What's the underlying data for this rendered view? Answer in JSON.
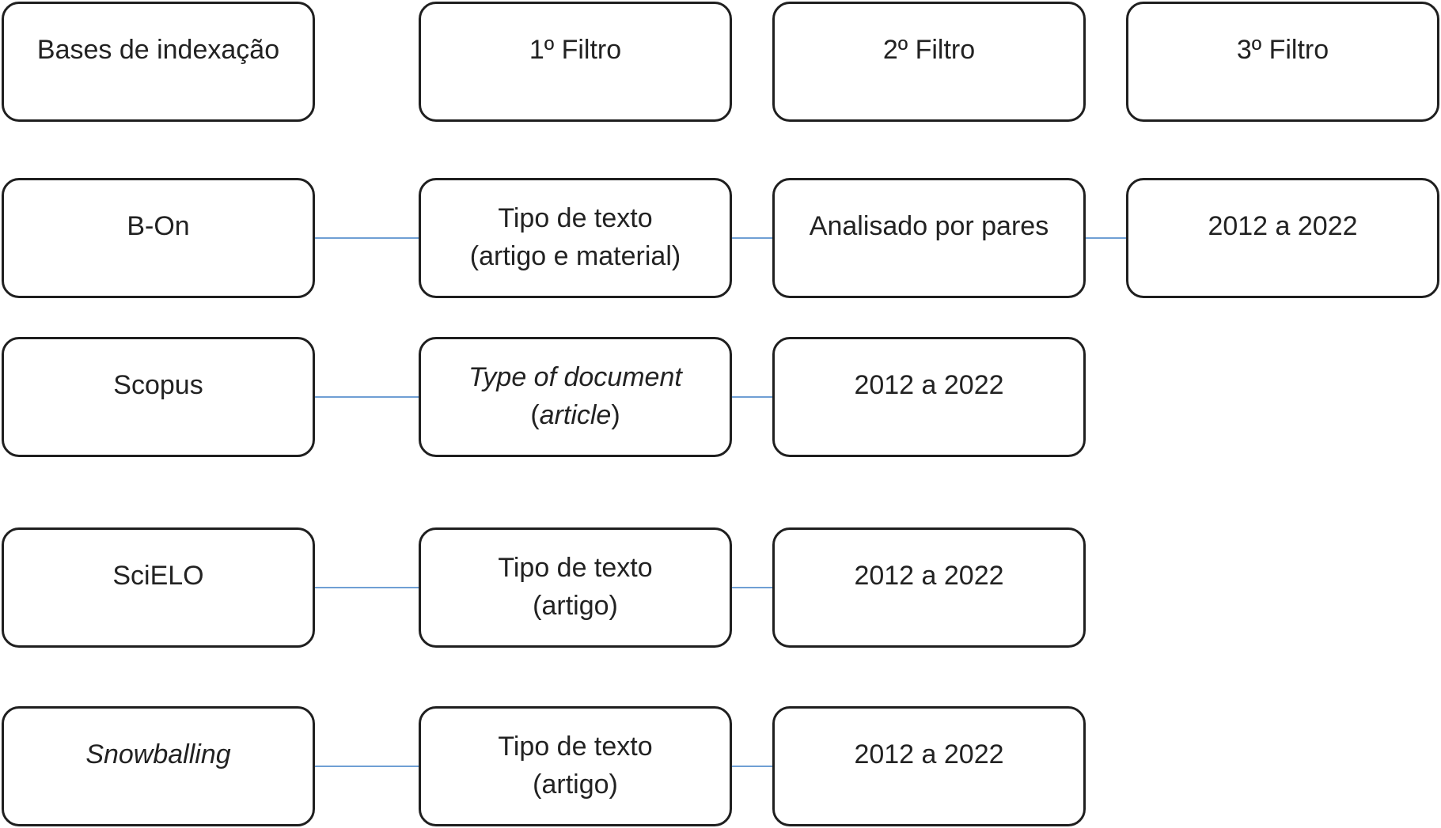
{
  "headers": {
    "bases": "Bases de indexação",
    "filter1": "1º Filtro",
    "filter2": "2º Filtro",
    "filter3": "3º Filtro"
  },
  "rows": [
    {
      "base": "B-On",
      "f1_line1": "Tipo de texto",
      "f1_line2": "(artigo e material)",
      "f2": "Analisado por pares",
      "f3": "2012 a 2022"
    },
    {
      "base": "Scopus",
      "f1_line1": "Type of document",
      "f1_line2_open": "(",
      "f1_line2_italic": "article",
      "f1_line2_close": ")",
      "f2": "2012 a 2022"
    },
    {
      "base": "SciELO",
      "f1_line1": "Tipo de texto",
      "f1_line2": "(artigo)",
      "f2": "2012 a 2022"
    },
    {
      "base": "Snowballing",
      "f1_line1": "Tipo de texto",
      "f1_line2": "(artigo)",
      "f2": "2012 a 2022"
    }
  ],
  "colors": {
    "box_border": "#1f1f1f",
    "connector": "#6f9fd4",
    "text": "#222222"
  }
}
